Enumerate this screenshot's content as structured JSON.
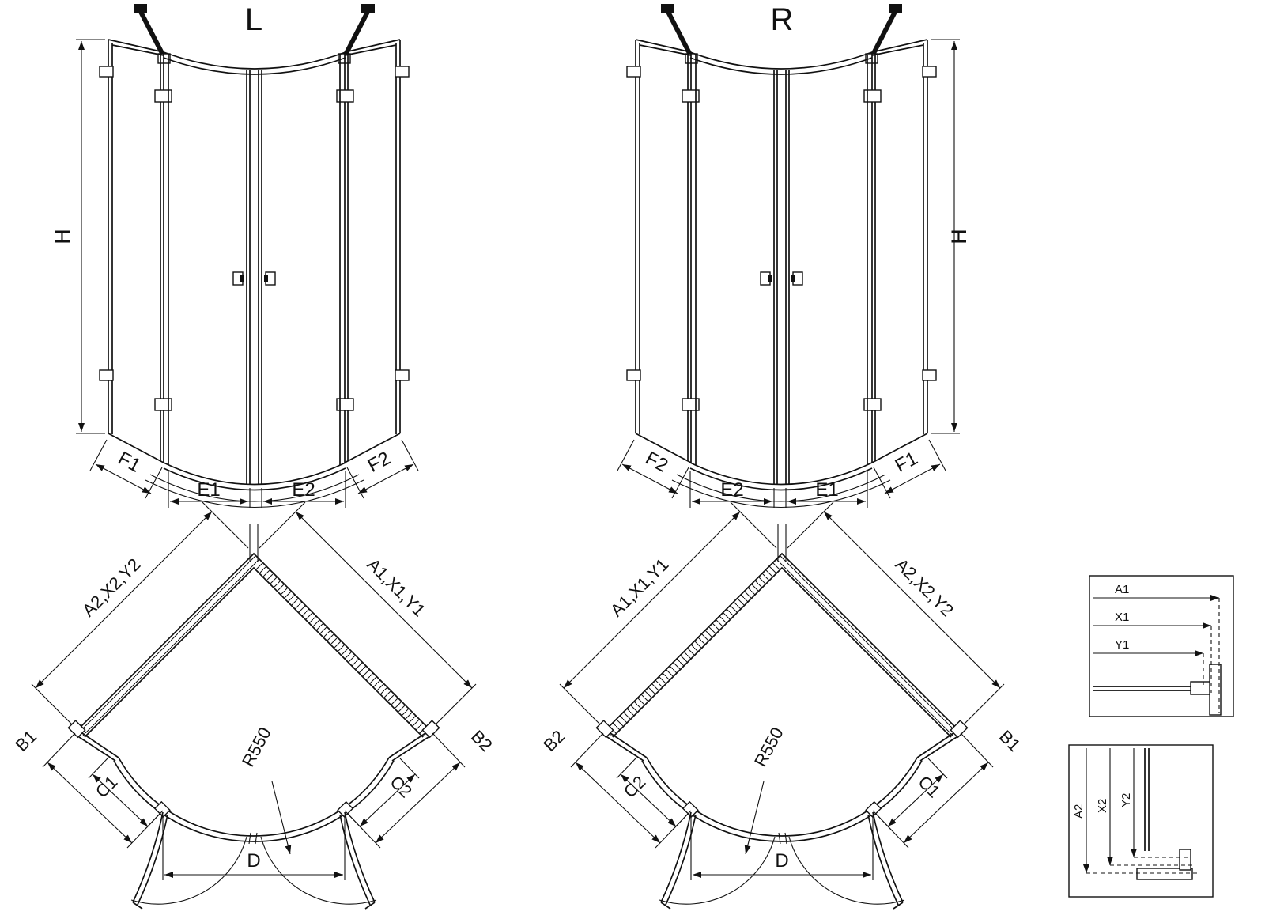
{
  "colors": {
    "line": "#111111",
    "background": "#ffffff"
  },
  "views": {
    "elevation_l": {
      "title": "L",
      "height_dim": "H",
      "bottom_dims": [
        "F1",
        "E1",
        "E2",
        "F2"
      ]
    },
    "elevation_r": {
      "title": "R",
      "height_dim": "H",
      "bottom_dims": [
        "F2",
        "E2",
        "E1",
        "F1"
      ]
    },
    "plan_l": {
      "wall_left": "A2,X2,Y2",
      "wall_right": "A1,X1,Y1",
      "side_left": "B1",
      "side_right": "B2",
      "panel_left": "C1",
      "panel_right": "C2",
      "radius": "R550",
      "door_span": "D"
    },
    "plan_r": {
      "wall_left": "A1,X1,Y1",
      "wall_right": "A2,X2,Y2",
      "side_left": "B2",
      "side_right": "B1",
      "panel_left": "C2",
      "panel_right": "C1",
      "radius": "R550",
      "door_span": "D"
    },
    "detail_top": {
      "dims": [
        "A1",
        "X1",
        "Y1"
      ]
    },
    "detail_bottom": {
      "dims": [
        "A2",
        "X2",
        "Y2"
      ]
    }
  }
}
